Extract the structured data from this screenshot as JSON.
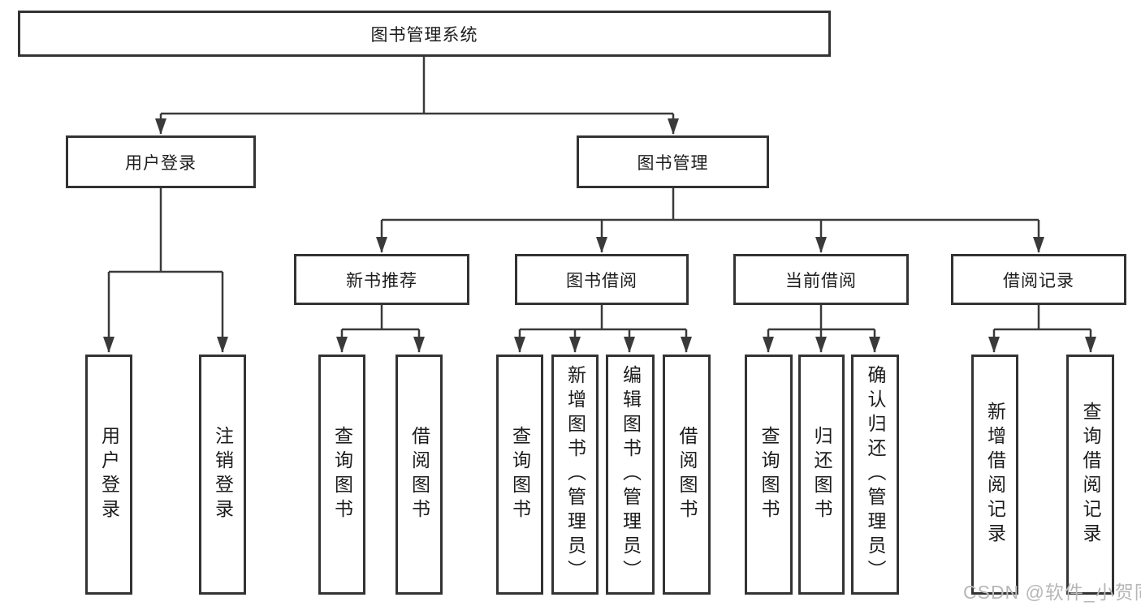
{
  "diagram": {
    "root": "图书管理系统",
    "user_login": {
      "label": "用户登录",
      "leaves": [
        "用户登录",
        "注销登录"
      ]
    },
    "book_mgmt": {
      "label": "图书管理",
      "groups": [
        {
          "label": "新书推荐",
          "leaves": [
            "查询图书",
            "借阅图书"
          ]
        },
        {
          "label": "图书借阅",
          "leaves": [
            "查询图书",
            "新增图书（管理员）",
            "编辑图书（管理员）",
            "借阅图书"
          ]
        },
        {
          "label": "当前借阅",
          "leaves": [
            "查询图书",
            "归还图书",
            "确认归还（管理员）"
          ]
        },
        {
          "label": "借阅记录",
          "leaves": [
            "新增借阅记录",
            "查询借阅记录"
          ]
        }
      ]
    }
  },
  "watermark": "CSDN @软件_小贺同学",
  "colors": {
    "line": "#3a3a3a",
    "border": "#333333",
    "text": "#1c1c1c",
    "background": "#ffffff",
    "watermark": "#b7b7b7"
  }
}
